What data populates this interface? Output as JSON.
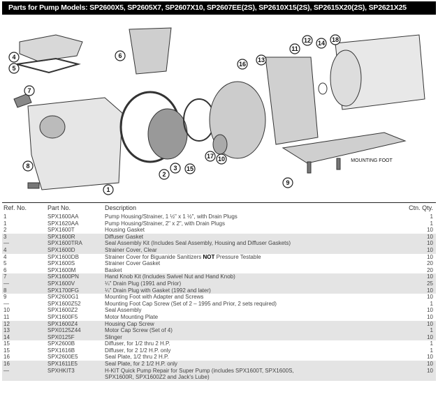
{
  "title": "Parts for Pump Models: SP2600X5, SP2605X7, SP2607X10, SP2607EE(2S), SP2610X15(2S), SP2615X20(2S), SP2621X25",
  "diagram": {
    "callouts": [
      "1",
      "2",
      "3",
      "4",
      "5",
      "6",
      "7",
      "8",
      "9",
      "10",
      "11",
      "12",
      "13",
      "14",
      "15",
      "16",
      "17",
      "18"
    ],
    "mounting_foot_label": "MOUNTING FOOT"
  },
  "table": {
    "headers": {
      "ref": "Ref. No.",
      "part": "Part No.",
      "desc": "Description",
      "qty": "Ctn. Qty."
    },
    "rows": [
      {
        "ref": "1",
        "part": "SPX1600AA",
        "desc": "Pump Housing/Strainer, 1 ½\" x 1 ½\", with Drain Plugs",
        "qty": "1",
        "shaded": false
      },
      {
        "ref": "1",
        "part": "SPX1620AA",
        "desc": "Pump Housing/Strainer, 2\" x 2\", with Drain Plugs",
        "qty": "1",
        "shaded": false
      },
      {
        "ref": "2",
        "part": "SPX1600T",
        "desc": "Housing Gasket",
        "qty": "10",
        "shaded": false
      },
      {
        "ref": "3",
        "part": "SPX1600R",
        "desc": "Diffuser Gasket",
        "qty": "10",
        "shaded": true
      },
      {
        "ref": "—",
        "part": "SPX1600TRA",
        "desc": "Seal Assembly Kit (Includes Seal Assembly, Housing and Diffuser Gaskets)",
        "qty": "10",
        "shaded": true
      },
      {
        "ref": "4",
        "part": "SPX1600D",
        "desc": "Strainer Cover, Clear",
        "qty": "10",
        "shaded": true
      },
      {
        "ref": "4",
        "part": "SPX1600DB",
        "desc": "Strainer Cover for Biguanide Sanitizers",
        "desc_bold": "NOT",
        "desc_after": "Pressure Testable",
        "qty": "10",
        "shaded": false
      },
      {
        "ref": "5",
        "part": "SPX1600S",
        "desc": "Strainer Cover Gasket",
        "qty": "20",
        "shaded": false
      },
      {
        "ref": "6",
        "part": "SPX1600M",
        "desc": "Basket",
        "qty": "20",
        "shaded": false
      },
      {
        "ref": "7",
        "part": "SPX1600PN",
        "desc": "Hand Knob Kit (Includes Swivel Nut and Hand Knob)",
        "qty": "10",
        "shaded": true
      },
      {
        "ref": "—",
        "part": "SPX1600V",
        "desc": "¼\" Drain Plug (1991 and Prior)",
        "qty": "25",
        "shaded": true
      },
      {
        "ref": "8",
        "part": "SPX1700FG",
        "desc": "¼\" Drain Plug with Gasket (1992 and later)",
        "qty": "10",
        "shaded": true
      },
      {
        "ref": "9",
        "part": "SPX2600G1",
        "desc": "Mounting Foot with Adapter and Screws",
        "qty": "10",
        "shaded": false
      },
      {
        "ref": "—",
        "part": "SPX1600Z52",
        "desc": "Mounting Foot Cap Screw (Set of 2 – 1995 and Prior, 2 sets required)",
        "qty": "1",
        "shaded": false
      },
      {
        "ref": "10",
        "part": "SPX1600Z2",
        "desc": "Seal Assembly",
        "qty": "10",
        "shaded": false
      },
      {
        "ref": "11",
        "part": "SPX1600F5",
        "desc": "Motor Mounting Plate",
        "qty": "10",
        "shaded": false
      },
      {
        "ref": "12",
        "part": "SPX1600Z4",
        "desc": "Housing Cap Screw",
        "qty": "10",
        "shaded": true
      },
      {
        "ref": "13",
        "part": "SPX0125Z44",
        "desc": "Motor Cap Screw (Set of 4)",
        "qty": "1",
        "shaded": true
      },
      {
        "ref": "14",
        "part": "SPX0125F",
        "desc": "Slinger",
        "qty": "10",
        "shaded": true
      },
      {
        "ref": "15",
        "part": "SPX2600B",
        "desc": "Diffuser, for 1/2 thru 2 H.P.",
        "qty": "1",
        "shaded": false
      },
      {
        "ref": "15",
        "part": "SPX1616B",
        "desc": "Diffuser, for 2 1/2 H.P. only",
        "qty": "1",
        "shaded": false
      },
      {
        "ref": "16",
        "part": "SPX2600E5",
        "desc": "Seal Plate, 1/2 thru 2 H.P.",
        "qty": "10",
        "shaded": false
      },
      {
        "ref": "16",
        "part": "SPX1611E5",
        "desc": "Seal Plate, for 2 1/2 H.P. only",
        "qty": "10",
        "shaded": true
      },
      {
        "ref": "—",
        "part": "SPXHKIT3",
        "desc": "H-KIT Quick Pump Repair for Super Pump (includes SPX1600T, SPX1600S,",
        "desc2": "SPX1600R, SPX1600Z2 and Jack's Lube)",
        "qty": "10",
        "shaded": true
      }
    ]
  }
}
